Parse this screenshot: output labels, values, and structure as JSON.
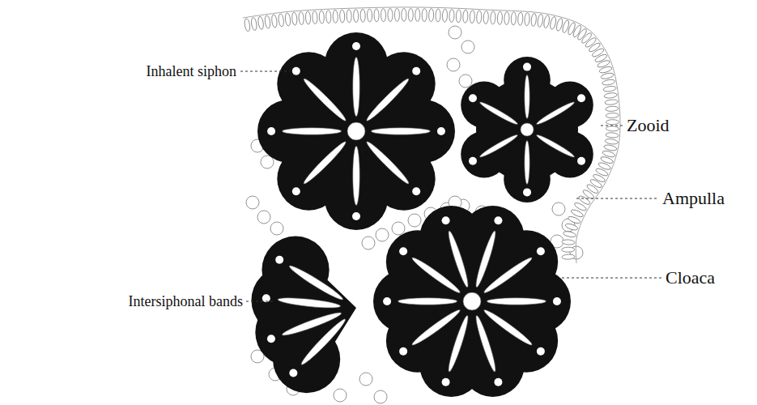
{
  "diagram": {
    "labels": [
      "Inhalent siphon",
      "Zooid",
      "Ampulla",
      "Intersiphonal bands",
      "Cloaca"
    ]
  }
}
